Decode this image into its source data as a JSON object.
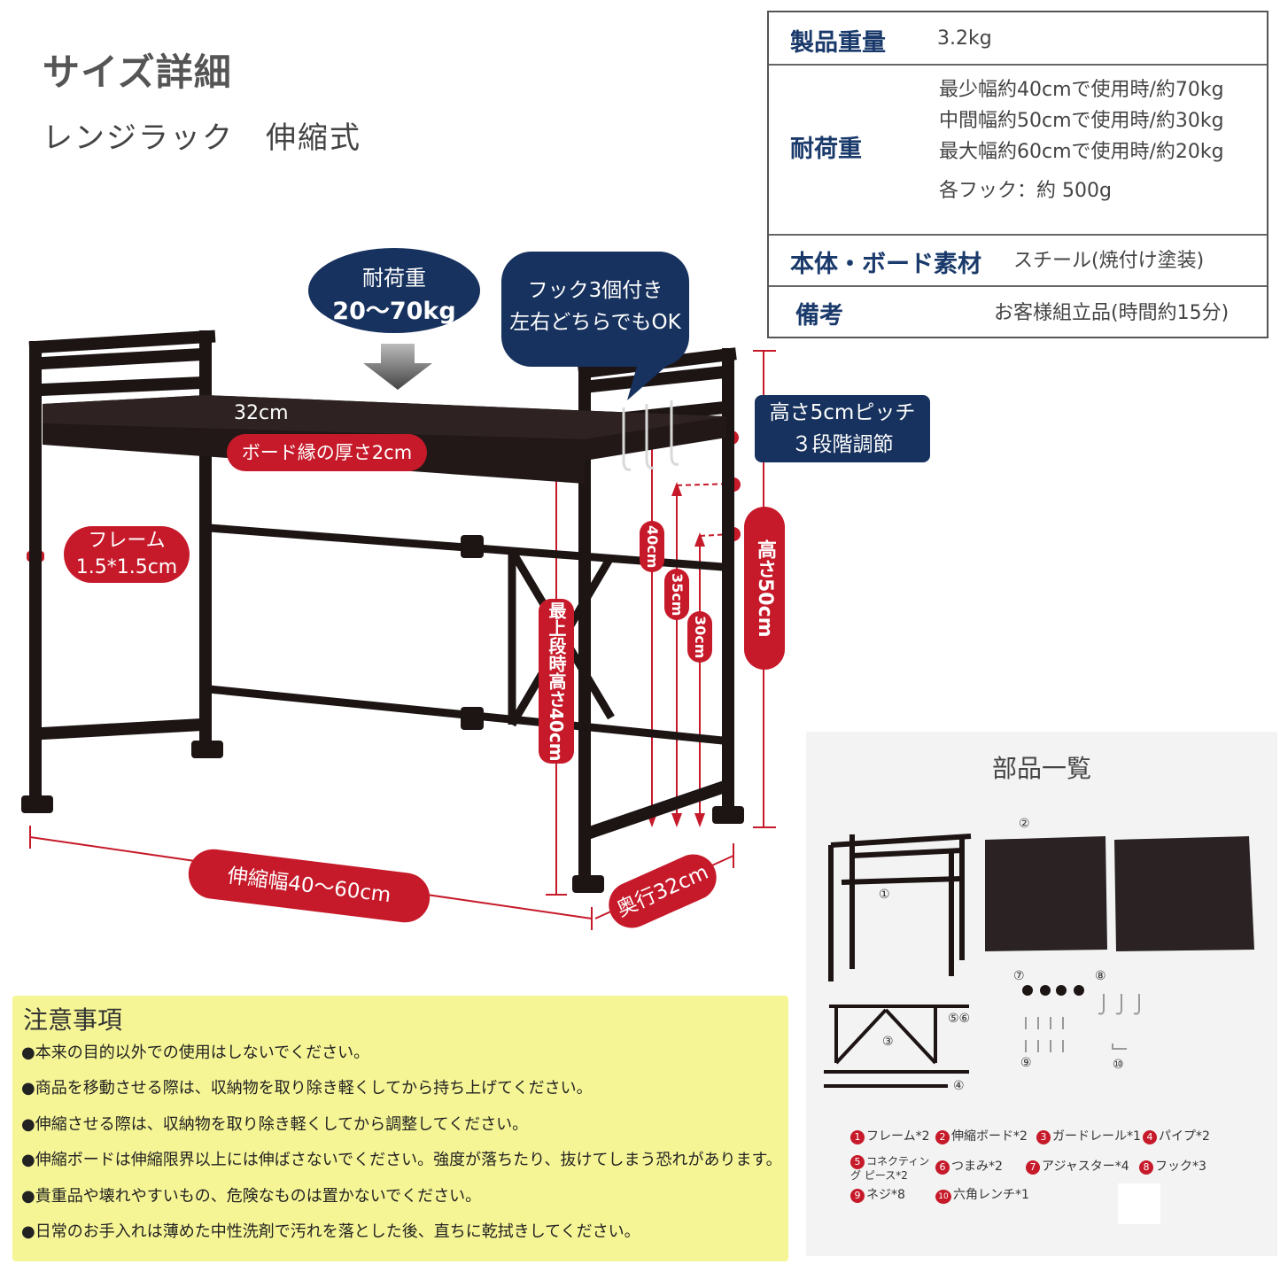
{
  "header": {
    "title": "サイズ詳細",
    "subtitle": "レンジラック　伸縮式"
  },
  "spec": {
    "weight_label": "製品重量",
    "weight_value": "3.2kg",
    "load_label": "耐荷重",
    "load_lines": [
      "最少幅約40cmで使用時/約70kg",
      "中間幅約50cmで使用時/約30kg",
      "最大幅約60cmで使用時/約20kg",
      "各フック：約 500g"
    ],
    "material_label": "本体・ボード素材",
    "material_value": "スチール(焼付け塗装)",
    "note_label": "備考",
    "note_value": "お客様組立品(時間約15分)"
  },
  "callouts": {
    "load_line1": "耐荷重",
    "load_line2": "20〜70kg",
    "hook_line1": "フック3個付き",
    "hook_line2": "左右どちらでもOK",
    "pitch_line1": "高さ5cmピッチ",
    "pitch_line2": "３段階調節"
  },
  "dims": {
    "depth_top": "32cm",
    "board_edge": "ボード縁の厚さ2cm",
    "frame_line1": "フレーム",
    "frame_line2": "1.5*1.5cm",
    "top_height": "最上段時高さ40cm",
    "h40": "40cm",
    "h35": "35cm",
    "h30": "30cm",
    "height": "高さ50cm",
    "width": "伸縮幅40〜60cm",
    "depth": "奥行32cm"
  },
  "notes": {
    "title": "注意事項",
    "items": [
      "●本来の目的以外での使用はしないでください。",
      "●商品を移動させる際は、収納物を取り除き軽くしてから持ち上げてください。",
      "●伸縮させる際は、収納物を取り除き軽くしてから調整してください。",
      "●伸縮ボードは伸縮限界以上には伸ばさないでください。強度が落ちたり、抜けてしまう恐れがあります。",
      "●貴重品や壊れやすいもの、危険なものは置かないでください。",
      "●日常のお手入れは薄めた中性洗剤で汚れを落とした後、直ちに乾拭きしてください。"
    ]
  },
  "parts": {
    "title": "部品一覧",
    "markers": [
      "①",
      "②",
      "③",
      "④",
      "⑤⑥",
      "⑦",
      "⑧",
      "⑨",
      "⑩"
    ],
    "list": [
      {
        "n": "1",
        "t": "フレーム*2"
      },
      {
        "n": "2",
        "t": "伸縮ボード*2"
      },
      {
        "n": "3",
        "t": "ガードレール*1"
      },
      {
        "n": "4",
        "t": "パイプ*2"
      },
      {
        "n": "5",
        "t": "コネクティング ピース*2"
      },
      {
        "n": "6",
        "t": "つまみ*2"
      },
      {
        "n": "7",
        "t": "アジャスター*4"
      },
      {
        "n": "8",
        "t": "フック*3"
      },
      {
        "n": "9",
        "t": "ネジ*8"
      },
      {
        "n": "10",
        "t": "六角レンチ*1"
      }
    ]
  }
}
